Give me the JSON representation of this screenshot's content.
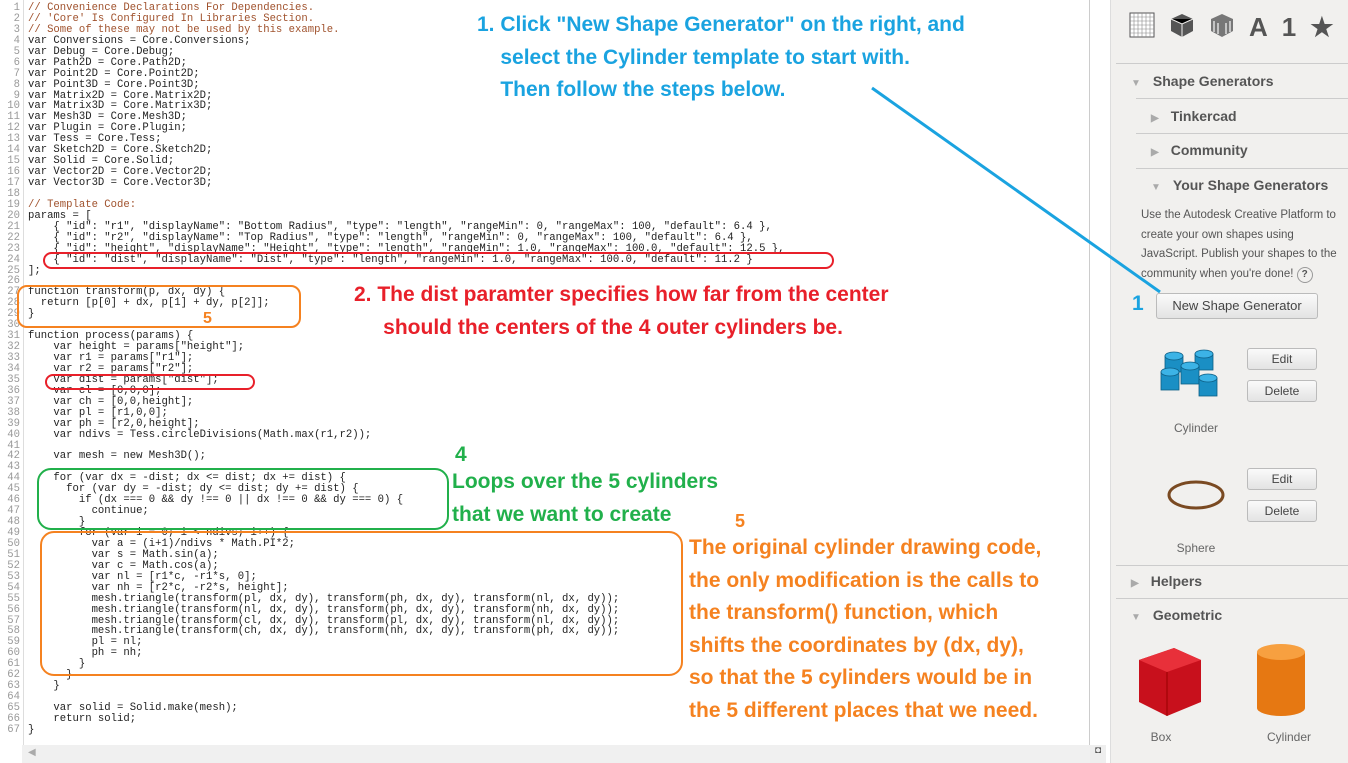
{
  "code_lines": [
    "// Convenience Declarations For Dependencies.",
    "// 'Core' Is Configured In Libraries Section.",
    "// Some of these may not be used by this example.",
    "var Conversions = Core.Conversions;",
    "var Debug = Core.Debug;",
    "var Path2D = Core.Path2D;",
    "var Point2D = Core.Point2D;",
    "var Point3D = Core.Point3D;",
    "var Matrix2D = Core.Matrix2D;",
    "var Matrix3D = Core.Matrix3D;",
    "var Mesh3D = Core.Mesh3D;",
    "var Plugin = Core.Plugin;",
    "var Tess = Core.Tess;",
    "var Sketch2D = Core.Sketch2D;",
    "var Solid = Core.Solid;",
    "var Vector2D = Core.Vector2D;",
    "var Vector3D = Core.Vector3D;",
    "",
    "// Template Code:",
    "params = [",
    "    { \"id\": \"r1\", \"displayName\": \"Bottom Radius\", \"type\": \"length\", \"rangeMin\": 0, \"rangeMax\": 100, \"default\": 6.4 },",
    "    { \"id\": \"r2\", \"displayName\": \"Top Radius\", \"type\": \"length\", \"rangeMin\": 0, \"rangeMax\": 100, \"default\": 6.4 },",
    "    { \"id\": \"height\", \"displayName\": \"Height\", \"type\": \"length\", \"rangeMin\": 1.0, \"rangeMax\": 100.0, \"default\": 12.5 },",
    "    { \"id\": \"dist\", \"displayName\": \"Dist\", \"type\": \"length\", \"rangeMin\": 1.0, \"rangeMax\": 100.0, \"default\": 11.2 }",
    "];",
    "",
    "function transform(p, dx, dy) {",
    "  return [p[0] + dx, p[1] + dy, p[2]];",
    "}",
    "",
    "function process(params) {",
    "    var height = params[\"height\"];",
    "    var r1 = params[\"r1\"];",
    "    var r2 = params[\"r2\"];",
    "    var dist = params[\"dist\"];",
    "    var cl = [0,0,0];",
    "    var ch = [0,0,height];",
    "    var pl = [r1,0,0];",
    "    var ph = [r2,0,height];",
    "    var ndivs = Tess.circleDivisions(Math.max(r1,r2));",
    "",
    "    var mesh = new Mesh3D();",
    "",
    "    for (var dx = -dist; dx <= dist; dx += dist) {",
    "      for (var dy = -dist; dy <= dist; dy += dist) {",
    "        if (dx === 0 && dy !== 0 || dx !== 0 && dy === 0) {",
    "          continue;",
    "        }",
    "        for (var i = 0; i < ndivs; i++) {",
    "          var a = (i+1)/ndivs * Math.PI*2;",
    "          var s = Math.sin(a);",
    "          var c = Math.cos(a);",
    "          var nl = [r1*c, -r1*s, 0];",
    "          var nh = [r2*c, -r2*s, height];",
    "          mesh.triangle(transform(pl, dx, dy), transform(ph, dx, dy), transform(nl, dx, dy));",
    "          mesh.triangle(transform(nl, dx, dy), transform(ph, dx, dy), transform(nh, dx, dy));",
    "          mesh.triangle(transform(cl, dx, dy), transform(pl, dx, dy), transform(nl, dx, dy));",
    "          mesh.triangle(transform(ch, dx, dy), transform(nh, dx, dy), transform(ph, dx, dy));",
    "          pl = nl;",
    "          ph = nh;",
    "        }",
    "      }",
    "    }",
    "",
    "    var solid = Solid.make(mesh);",
    "    return solid;",
    "}"
  ],
  "annotations": {
    "step1": "1. Click \"New Shape Generator\" on the right, and\n    select the Cylinder template to start with.\n    Then follow the steps below.",
    "step1_marker": "1",
    "step2": "2. The dist paramter specifies how far from the center\n     should the centers of the 4 outer cylinders be.",
    "step4_num": "4",
    "step4": "Loops over the 5 cylinders\nthat we want to create",
    "step5_num_a": "5",
    "step5_num_b": "5",
    "step5": "The original cylinder drawing code,\nthe only modification is the calls to\nthe transform() function, which\nshifts the coordinates by (dx, dy),\nso that the 5 cylinders would be in\nthe 5 different places that we need."
  },
  "colors": {
    "blue": "#1aa3e0",
    "red": "#e8202a",
    "green": "#21b04b",
    "orange": "#f58220"
  },
  "panel": {
    "toolbar": [
      "grid-icon",
      "box-icon",
      "textured-box-icon",
      "A",
      "1",
      "★"
    ],
    "shape_generators": "Shape Generators",
    "tinkercad": "Tinkercad",
    "community": "Community",
    "your_shape_generators": "Your Shape Generators",
    "description": "Use the Autodesk Creative Platform to create your own shapes using JavaScript. Publish your shapes to the community when you're done!",
    "help": "?",
    "new_button": "New Shape Generator",
    "items": [
      {
        "name": "Cylinder",
        "edit": "Edit",
        "delete": "Delete"
      },
      {
        "name": "Sphere",
        "edit": "Edit",
        "delete": "Delete"
      }
    ],
    "helpers": "Helpers",
    "geometric": "Geometric",
    "geo_items": [
      "Box",
      "Cylinder"
    ]
  }
}
